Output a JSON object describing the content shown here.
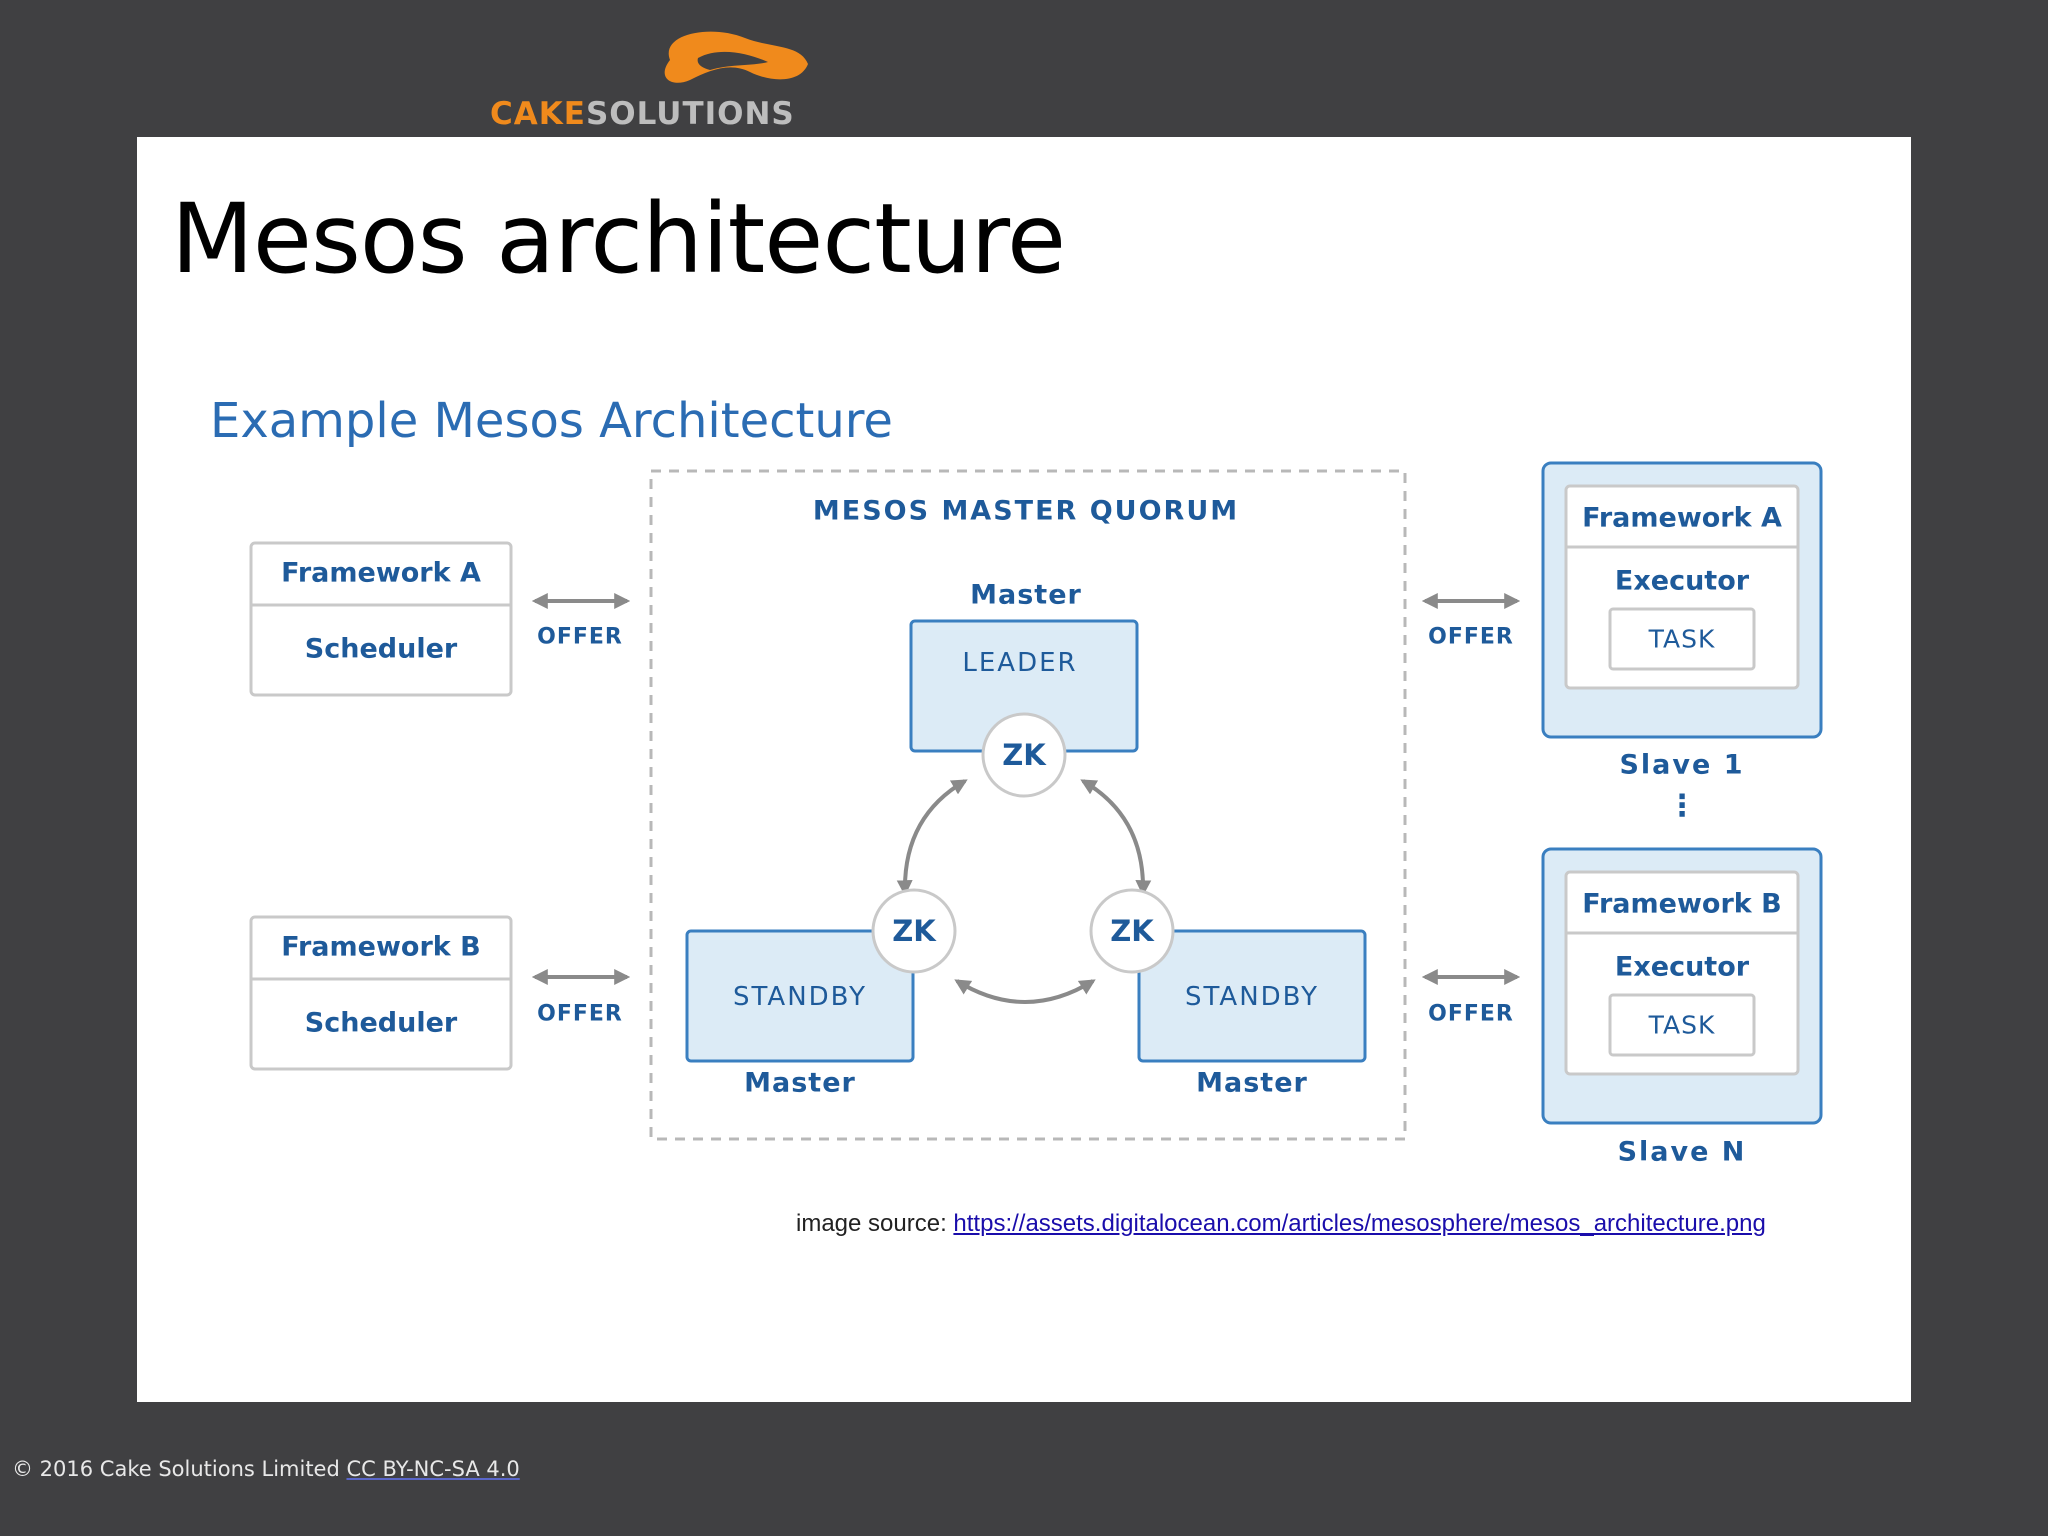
{
  "logo": {
    "text_cake": "CAKE",
    "text_solutions": "SOLUTIONS",
    "brand_orange": "#f08a1c",
    "brand_grey": "#bdbdbd"
  },
  "slide": {
    "title": "Mesos architecture"
  },
  "diagram": {
    "title": "Example Mesos Architecture",
    "quorum_label": "MESOS MASTER QUORUM",
    "frameworks": [
      {
        "name": "Framework A",
        "role": "Scheduler",
        "offer": "OFFER"
      },
      {
        "name": "Framework B",
        "role": "Scheduler",
        "offer": "OFFER"
      }
    ],
    "masters": {
      "leader": {
        "label": "Master",
        "state": "LEADER",
        "zk": "ZK"
      },
      "standby_left": {
        "label": "Master",
        "state": "STANDBY",
        "zk": "ZK"
      },
      "standby_right": {
        "label": "Master",
        "state": "STANDBY",
        "zk": "ZK"
      }
    },
    "slaves": [
      {
        "framework": "Framework A",
        "executor": "Executor",
        "task": "TASK",
        "name": "Slave 1",
        "offer": "OFFER"
      },
      {
        "framework": "Framework B",
        "executor": "Executor",
        "task": "TASK",
        "name": "Slave N",
        "offer": "OFFER"
      }
    ],
    "ellipsis": "⋮",
    "colors": {
      "text_blue": "#1e5a9a",
      "box_fill": "#dcebf6",
      "box_stroke": "#3a7fc0",
      "arrow_grey": "#8a8a8a"
    }
  },
  "image_source": {
    "prefix": "image source: ",
    "url": "https://assets.digitalocean.com/articles/mesosphere/mesos_architecture.png"
  },
  "footer": {
    "copyright": "© 2016 Cake Solutions Limited ",
    "license": "CC BY-NC-SA 4.0"
  }
}
